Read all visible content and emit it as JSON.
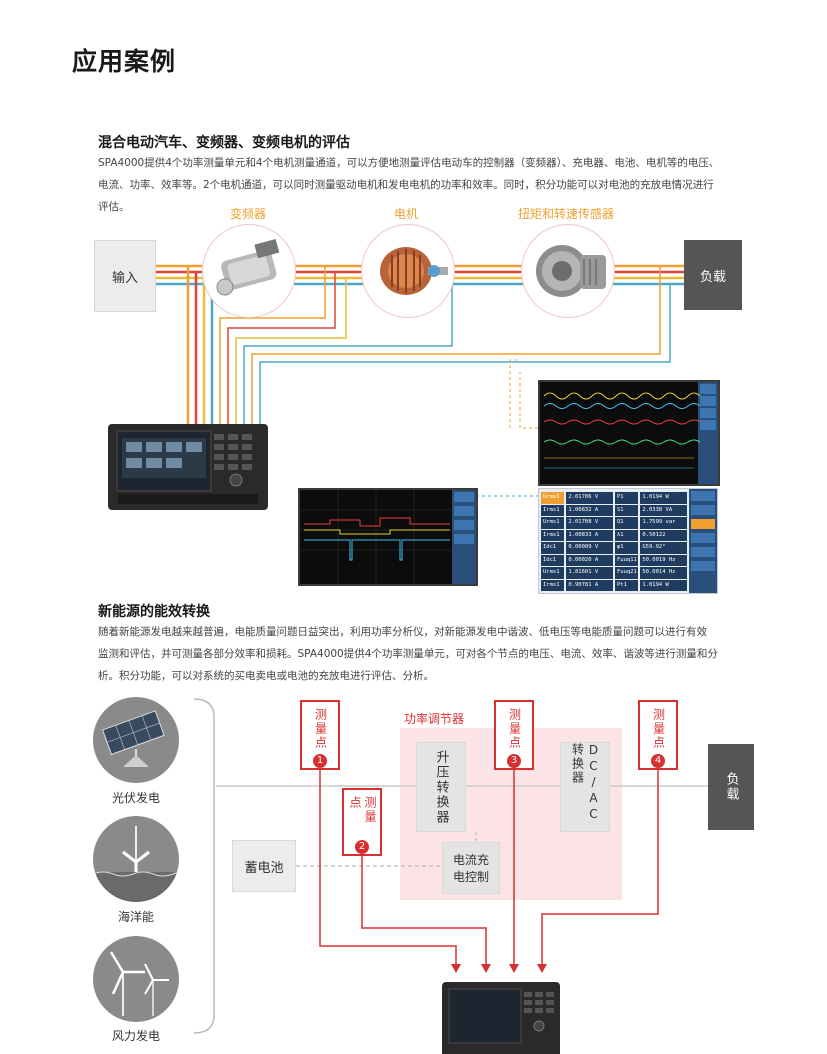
{
  "page": {
    "title": "应用案例"
  },
  "section1": {
    "title": "混合电动汽车、变频器、变频电机的评估",
    "paragraph_lines": [
      "SPA4000提供4个功率测量单元和4个电机测量通道，可以方便地测量评估电动车的控制器（变频器）、充电器、电池、电机等的电压、",
      "电流、功率、效率等。2个电机通道，可以同时测量驱动电机和发电电机的功率和效率。同时，积分功能可以对电池的充放电情况进行",
      "评估。"
    ],
    "labels": {
      "inverter": "变频器",
      "motor": "电机",
      "torque": "扭矩和转速传感器"
    },
    "input_label": "输入",
    "load_label": "负载",
    "table": {
      "rows": [
        {
          "n1": "Urms1",
          "v1": "2.01706 V",
          "n2": "P1",
          "v2": "1.0194 W"
        },
        {
          "n1": "Irms1",
          "v1": "1.00832 A",
          "n2": "S1",
          "v2": "2.0338 VA"
        },
        {
          "n1": "Urms1",
          "v1": "2.01708 V",
          "n2": "Q1",
          "v2": "1.7599 var"
        },
        {
          "n1": "Irms1",
          "v1": "1.00833 A",
          "n2": "λ1",
          "v2": "0.50122"
        },
        {
          "n1": "Idc1",
          "v1": "0.00009 V",
          "n2": "φ1",
          "v2": "G59.92°"
        },
        {
          "n1": "Idc1",
          "v1": "0.00020 A",
          "n2": "Fuuq11",
          "v2": "50.0019 Hz"
        },
        {
          "n1": "Urms1",
          "v1": "1.81601 V",
          "n2": "Fuuq21",
          "v2": "50.0014 Hz"
        },
        {
          "n1": "Irms1",
          "v1": "0.90781 A",
          "n2": "Pt1",
          "v2": "1.0194 W"
        }
      ]
    }
  },
  "section2": {
    "title": "新能源的能效转换",
    "paragraph_lines": [
      "随着新能源发电越来越普遍，电能质量问题日益突出，利用功率分析仪，对新能源发电中谐波、低电压等电能质量问题可以进行有效",
      "监测和评估，并可测量各部分效率和损耗。SPA4000提供4个功率测量单元，可对各个节点的电压、电流、效率、谐波等进行测量和分",
      "析。积分功能，可以对系统的买电卖电或电池的充放电进行评估、分析。"
    ],
    "sources": [
      "光伏发电",
      "海洋能",
      "风力发电"
    ],
    "battery_label": "蓄电池",
    "regulator_label": "功率调节器",
    "boost_label": "升压转换器",
    "charge_label_lines": [
      "电流充",
      "电控制"
    ],
    "dcac_label": "DC/AC转换器",
    "load_label": "负载",
    "measure_label": "测量点",
    "measure_points": [
      "1",
      "2",
      "3",
      "4"
    ],
    "colors": {
      "red": "#d83030",
      "pink_area": "#fbe3e6",
      "orange": "#f0a030"
    }
  }
}
